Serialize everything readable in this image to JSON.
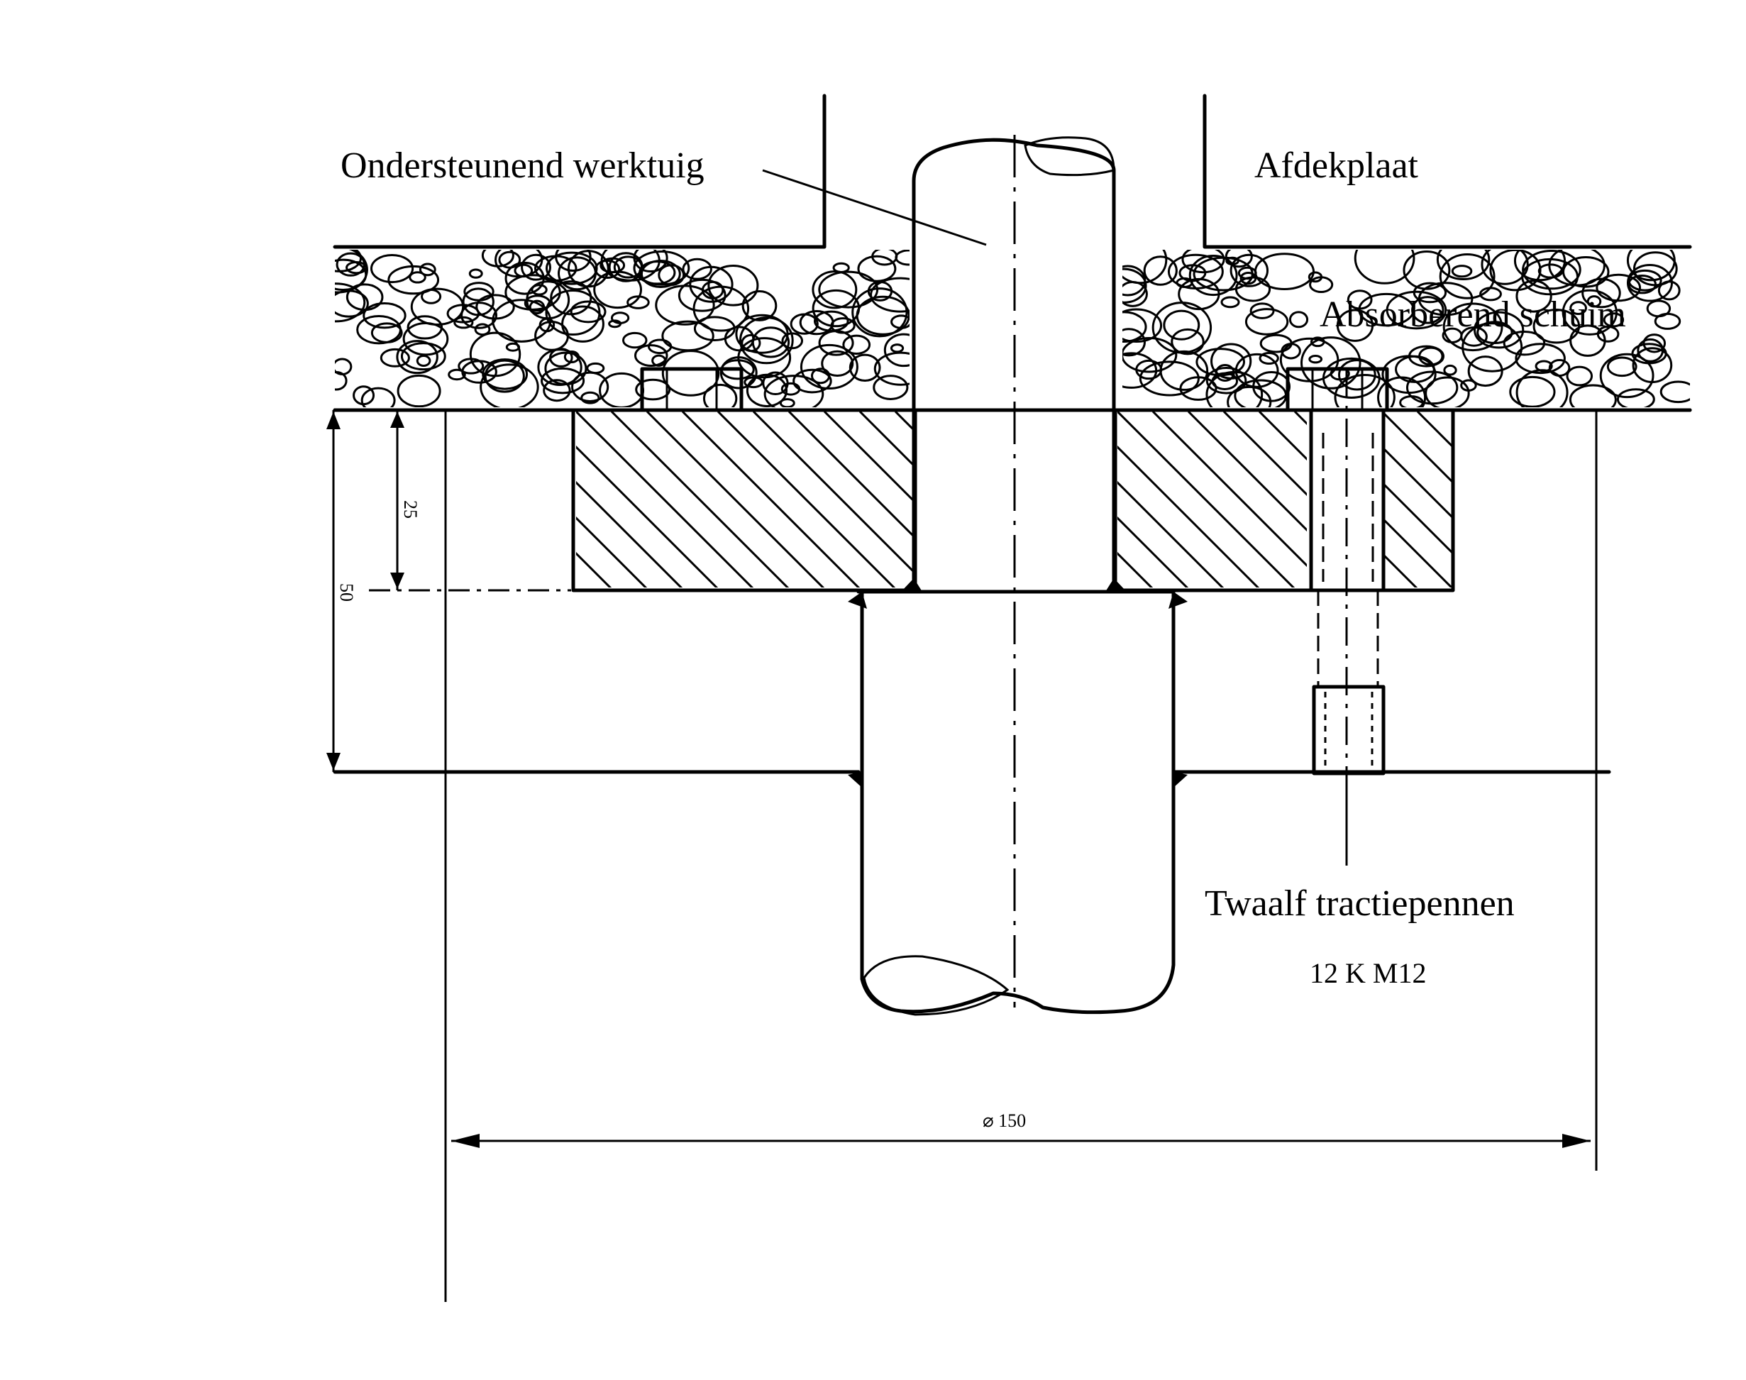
{
  "labels": {
    "supporting_tool": "Ondersteunend werktuig",
    "cover_plate": "Afdekplaat",
    "absorbing_foam": "Absorberend schuim",
    "traction_pins": "Twaalf tractiepennen",
    "pin_spec": "12 K M12"
  },
  "dimensions": {
    "depth_25": "25",
    "depth_50": "50",
    "diameter": "⌀ 150"
  }
}
